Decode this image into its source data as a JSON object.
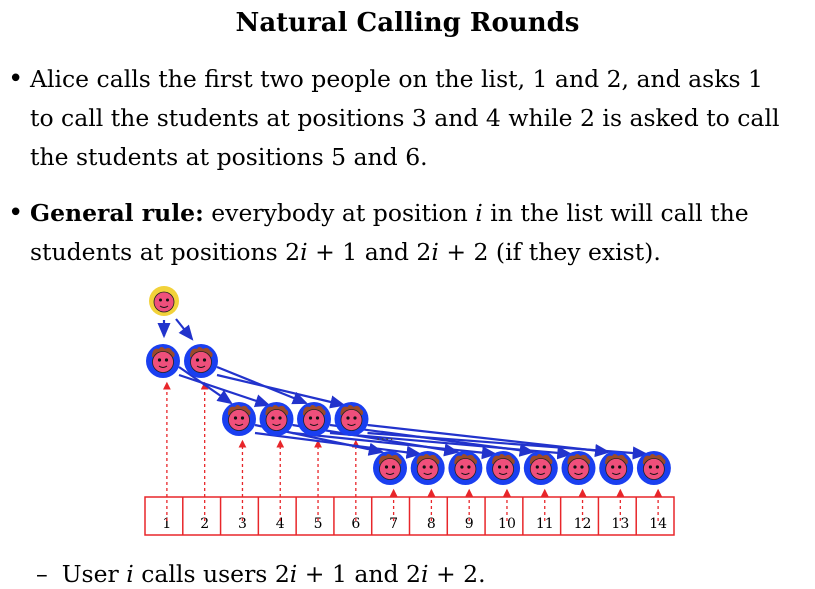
{
  "title": "Natural Calling Rounds",
  "bullet1": {
    "line1": "Alice calls the first two people on the list, 1 and 2, and asks 1",
    "line2": "to call the students at positions 3 and 4 while 2 is asked to call",
    "line3": "the students at positions 5 and 6."
  },
  "bullet2": {
    "bold": "General rule:",
    "line1_rest_a": " everybody at position ",
    "var_i": "i",
    "line1_rest_b": " in the list will call the",
    "line2_a": "students at positions 2",
    "line2_b": " + 1 and 2",
    "line2_c": " + 2 (if they exist)."
  },
  "diagram": {
    "list_cells": [
      "1",
      "2",
      "3",
      "4",
      "5",
      "6",
      "7",
      "8",
      "9",
      "10",
      "11",
      "12",
      "13",
      "14"
    ],
    "ellipsis": "....",
    "colors": {
      "list_red": "#e8262a",
      "arrow_blue": "#2233cc",
      "face_pink": "#ef4f7b",
      "ring_blue": "#1a3ff0",
      "alice_yellow": "#f2d23a"
    }
  },
  "subbullet": {
    "dash": "–",
    "a": "User ",
    "var": "i",
    "b": " calls users 2",
    "c": " + 1 and 2",
    "d": " + 2."
  }
}
